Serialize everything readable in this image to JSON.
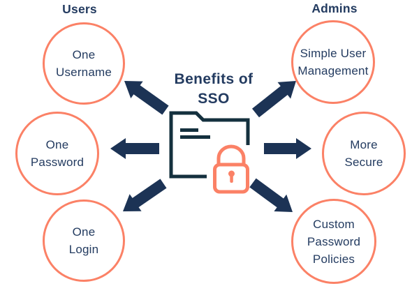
{
  "title": {
    "line1": "Benefits of",
    "line2": "SSO"
  },
  "users": {
    "header": "Users",
    "circles": [
      {
        "lines": [
          "One",
          "Username"
        ]
      },
      {
        "lines": [
          "One",
          "Password"
        ]
      },
      {
        "lines": [
          "One",
          "Login"
        ]
      }
    ]
  },
  "admins": {
    "header": "Admins",
    "circles": [
      {
        "lines": [
          "Simple User",
          "Management"
        ]
      },
      {
        "lines": [
          "More",
          "Secure"
        ]
      },
      {
        "lines": [
          "Custom",
          "Password",
          "Policies"
        ]
      }
    ]
  },
  "icons": {
    "center": [
      "folder-icon",
      "lock-icon"
    ],
    "connectors": [
      "arrow-up-left",
      "arrow-left",
      "arrow-down-left",
      "arrow-up-right",
      "arrow-right",
      "arrow-down-right"
    ]
  },
  "colors": {
    "text_navy": "#233b60",
    "arrow_navy": "#1c3355",
    "folder_dark": "#14303e",
    "coral": "#fb8166",
    "background": "#ffffff"
  }
}
